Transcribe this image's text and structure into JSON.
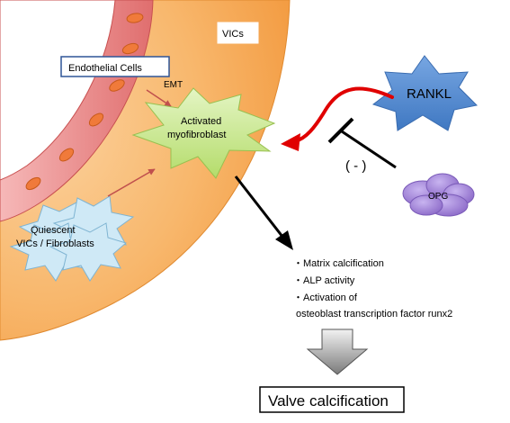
{
  "labels": {
    "vics": "VICs",
    "endothelial_cells": "Endothelial Cells",
    "emt": "EMT",
    "activated_line1": "Activated",
    "activated_line2": "myofibroblast",
    "quiescent_line1": "Quiescent",
    "quiescent_line2": "VICs / Fibroblasts",
    "rankl": "RANKL",
    "opg": "OPG",
    "inhibition": "( - )",
    "result": "Valve calcification"
  },
  "effects": [
    "・Matrix calcification",
    "・ALP activity",
    "・Activation of",
    "osteoblast transcription factor runx2"
  ],
  "colors": {
    "vic_layer": "#f7ac5a",
    "endothelium": "#e87c7c",
    "endothelial_cell": "#f08040",
    "activated_star": "#c8e880",
    "quiescent_star": "#c6e6f5",
    "rankl_star": "#5b8fd0",
    "opg_cloud": "#9d7fd8",
    "stimulation_arrow": "#e00000",
    "maturation_arrow": "#c0504d",
    "black": "#000000"
  }
}
